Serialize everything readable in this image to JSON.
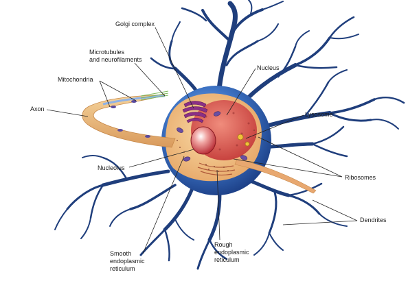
{
  "labels": {
    "golgi": "Golgi complex",
    "microtubules": "Microtubules\nand neurofilaments",
    "mitochondria": "Mitochondria",
    "axon": "Axon",
    "nucleus": "Nucleus",
    "lysosome": "Lysosome",
    "nucleolus": "Nucleolus",
    "ribosomes": "Ribosomes",
    "dendrites": "Dendrites",
    "smooth_er": "Smooth\nendoplasmic\nreticulum",
    "rough_er": "Rough\nendoplasmic\nreticulum"
  },
  "colors": {
    "dendrite": "#1f3e7c",
    "soma_blue": "#3a6fc0",
    "cytoplasm": "#f2c07a",
    "nucleus": "#d9605a",
    "nucleolus": "#c3323b",
    "golgi": "#8a2f86",
    "axon_fill": "#e9b676",
    "leader": "#222222"
  }
}
